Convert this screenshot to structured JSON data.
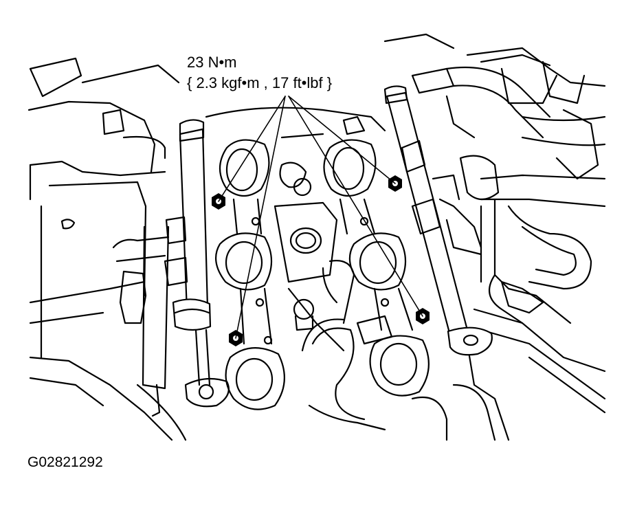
{
  "callout": {
    "torque_metric": "23 N•m",
    "torque_imperial": "{ 2.3 kgf•m , 17 ft•lbf }"
  },
  "figure": {
    "code": "G02821292"
  },
  "icons": {
    "bolt": "bolt-icon",
    "engine": "engine-drawing"
  }
}
